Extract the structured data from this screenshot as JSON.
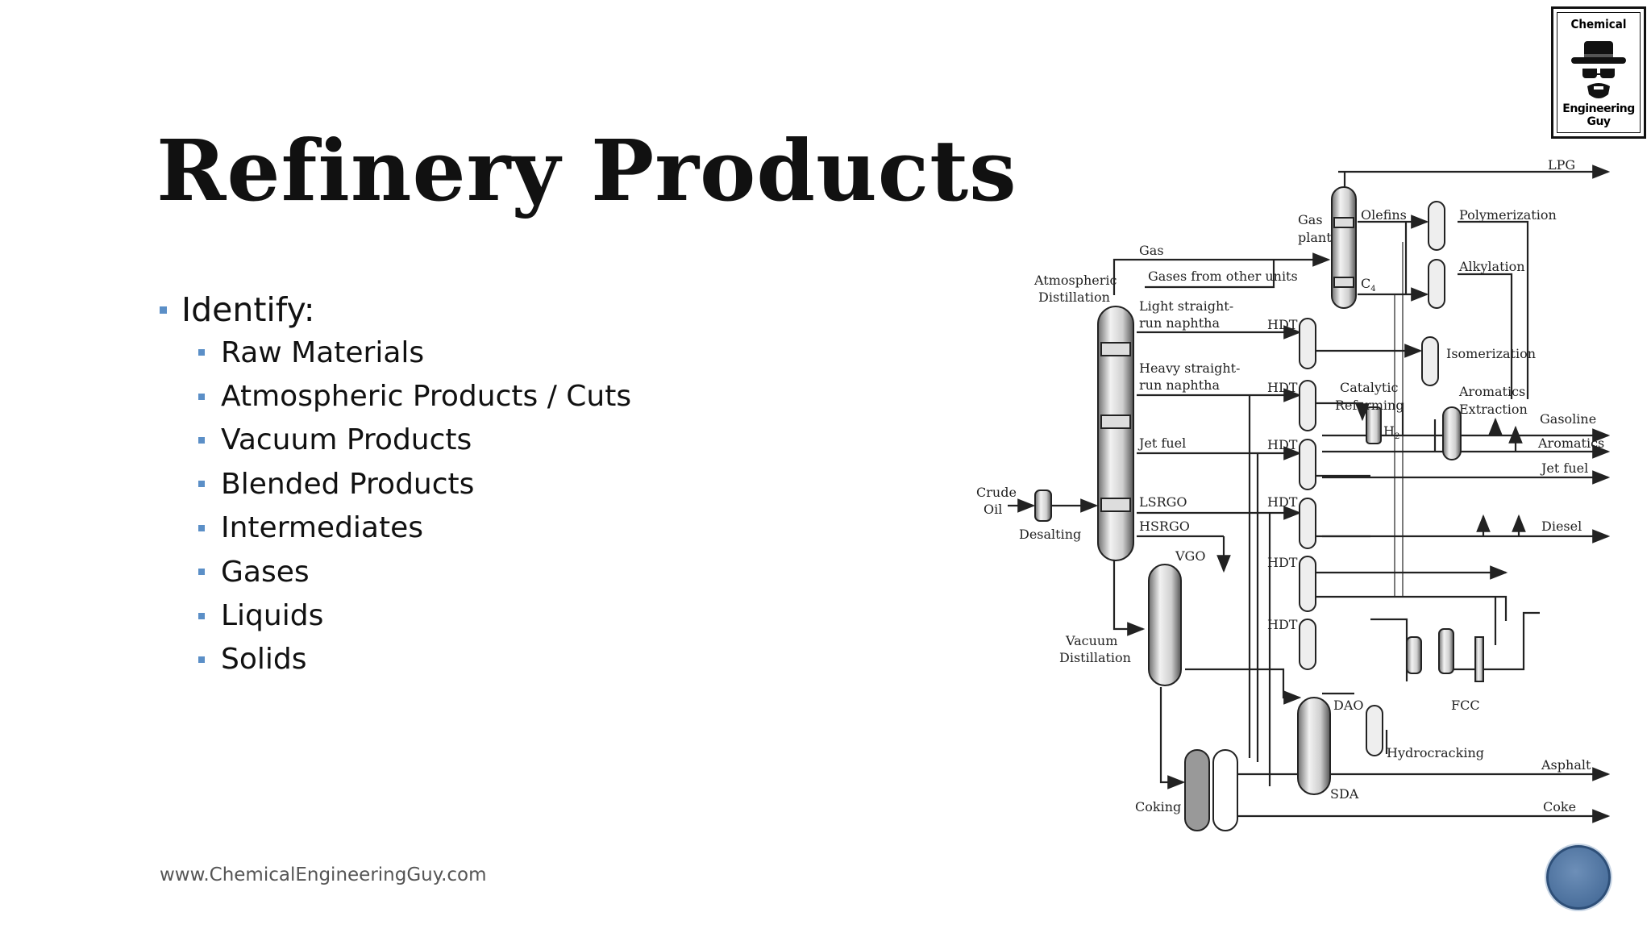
{
  "slide": {
    "title": "Refinery Products",
    "bullet_main": "Identify:",
    "sub_bullets": [
      "Raw Materials",
      "Atmospheric Products / Cuts",
      "Vacuum Products",
      "Blended Products",
      "Intermediates",
      "Gases",
      "Liquids",
      "Solids"
    ],
    "footer": "www.ChemicalEngineeringGuy.com",
    "logo_top": "Chemical",
    "logo_bottom": "Engineering Guy",
    "accent": "#5b8fc7"
  },
  "diagram": {
    "products": {
      "lpg": "LPG",
      "gasoline": "Gasoline",
      "aromatics": "Aromatics",
      "jet_fuel": "Jet fuel",
      "diesel": "Diesel",
      "asphalt": "Asphalt",
      "coke": "Coke"
    },
    "units": {
      "atm_1": "Atmospheric",
      "atm_2": "Distillation",
      "vac_1": "Vacuum",
      "vac_2": "Distillation",
      "crude_1": "Crude",
      "crude_2": "Oil",
      "desalting": "Desalting",
      "gas_plant_1": "Gas",
      "gas_plant_2": "plant",
      "polymerization": "Polymerization",
      "alkylation": "Alkylation",
      "isomerization": "Isomerization",
      "cat_ref_1": "Catalytic",
      "cat_ref_2": "Reforming",
      "arom_1": "Aromatics",
      "arom_2": "Extraction",
      "fcc": "FCC",
      "hydrocracking": "Hydrocracking",
      "sda": "SDA",
      "coking": "Coking"
    },
    "streams": {
      "gas": "Gas",
      "gases_other": "Gases from other units",
      "lsrn_1": "Light straight-",
      "lsrn_2": "run naphtha",
      "hsrn_1": "Heavy straight-",
      "hsrn_2": "run naphtha",
      "jet_fuel": "Jet fuel",
      "lsrgo": "LSRGO",
      "hsrgo": "HSRGO",
      "vgo": "VGO",
      "olefins": "Olefins",
      "c4": "C",
      "c4_sub": "4",
      "h2": "H",
      "h2_sub": "2",
      "dao": "DAO",
      "hdt": "HDT"
    }
  }
}
